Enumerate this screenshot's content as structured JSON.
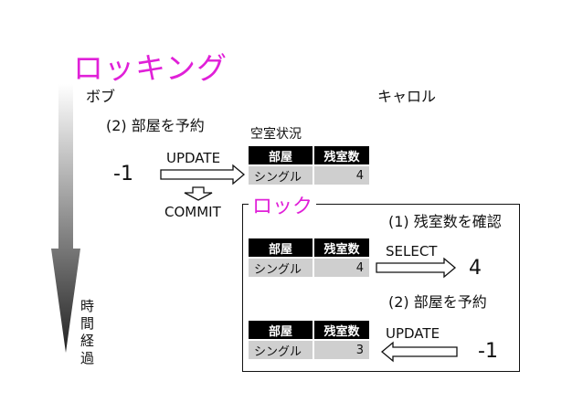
{
  "title": "ロッキング",
  "actors": {
    "bob": "ボブ",
    "carol": "キャロル"
  },
  "bob": {
    "step": "(2) 部屋を予約",
    "op": "UPDATE",
    "delta": "-1",
    "commit": "COMMIT"
  },
  "vacancy_label": "空室状況",
  "tables": {
    "headers": [
      "部屋",
      "残室数"
    ],
    "t1": {
      "room": "シングル",
      "count": "4"
    },
    "t2": {
      "room": "シングル",
      "count": "4"
    },
    "t3": {
      "room": "シングル",
      "count": "3"
    }
  },
  "lock": {
    "title": "ロック",
    "step1": "(1) 残室数を確認",
    "select_op": "SELECT",
    "select_result": "4",
    "step2": "(2) 部屋を予約",
    "update_op": "UPDATE",
    "update_delta": "-1"
  },
  "time_axis": [
    "時",
    "間",
    "経",
    "過"
  ],
  "colors": {
    "accent": "#e020d8",
    "header_bg": "#000000",
    "cell_bg": "#cfcfcf"
  }
}
